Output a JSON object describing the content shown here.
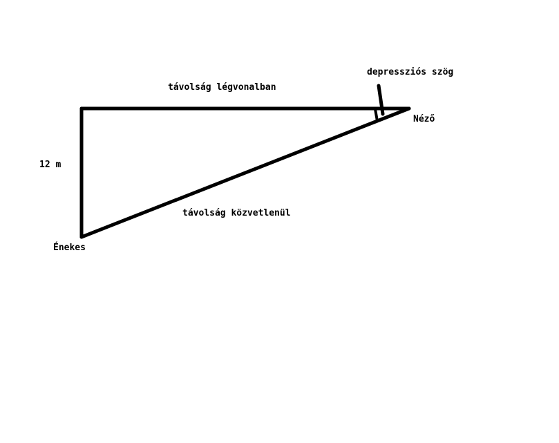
{
  "diagram": {
    "top_label": "távolság légvonalban",
    "angle_label": "depressziós szög",
    "viewer_label": "Néző",
    "height_label": "12 m",
    "singer_label": "Énekes",
    "hypotenuse_label": "távolság közvetlenül"
  },
  "colors": {
    "background": "#ffffff",
    "stroke": "#000000"
  }
}
